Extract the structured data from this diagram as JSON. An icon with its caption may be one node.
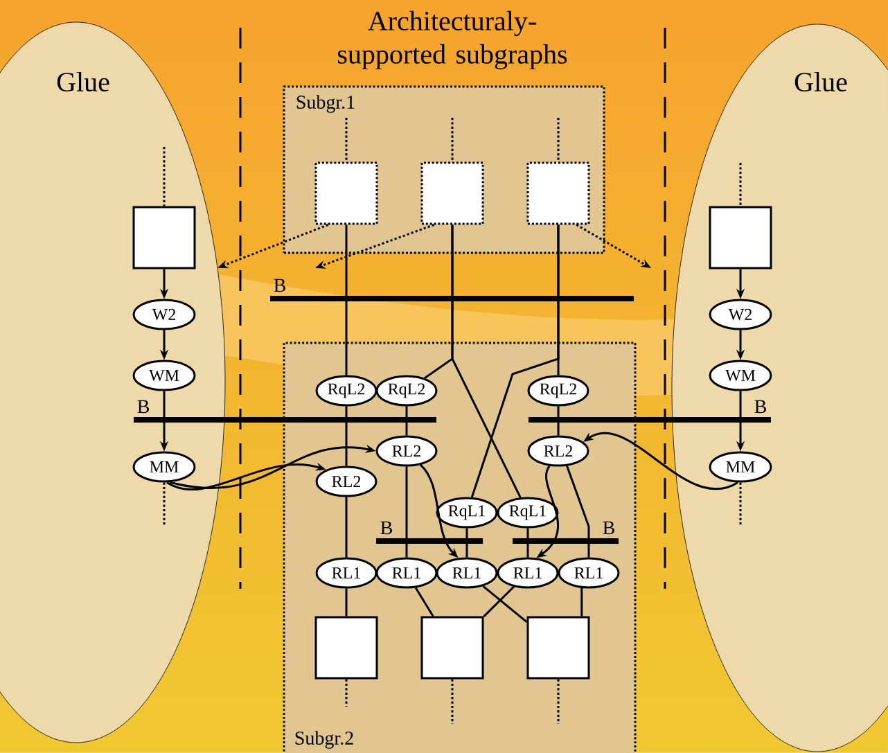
{
  "diagram": {
    "title": "Architecturaly-supported subgraphs",
    "nodes": [
      {
        "text": [
          "Glue"
        ]
      },
      {
        "text": [
          "Glue"
        ]
      },
      {
        "text": [
          "Subgr.1"
        ]
      },
      {
        "text": [
          "Subgr.2"
        ]
      },
      {
        "text": [],
        "shape": "box",
        "in": 2
      },
      {
        "text": [],
        "shape": "box",
        "in": 2
      },
      {
        "text": [],
        "shape": "box",
        "in": 2
      },
      {
        "text": [],
        "shape": "box",
        "in": 0
      },
      {
        "text": [
          "W2"
        ],
        "in": 0
      },
      {
        "text": [
          "WM"
        ],
        "in": 0
      },
      {
        "text": [
          "MM"
        ],
        "in": 0
      },
      {
        "text": [],
        "shape": "box",
        "in": 1
      },
      {
        "text": [
          "W2"
        ],
        "in": 1
      },
      {
        "text": [
          "WM"
        ],
        "in": 1
      },
      {
        "text": [
          "MM"
        ],
        "in": 1
      },
      {
        "text": [
          "RqL2"
        ],
        "in": 3
      },
      {
        "text": [
          "RqL2"
        ],
        "in": 3
      },
      {
        "text": [
          "RqL2"
        ],
        "in": 3
      },
      {
        "text": [
          "RL2"
        ],
        "in": 3
      },
      {
        "text": [
          "RL2"
        ],
        "in": 3
      },
      {
        "text": [
          "RL2"
        ],
        "in": 3
      },
      {
        "text": [
          "RqL1"
        ],
        "in": 3
      },
      {
        "text": [
          "RqL1"
        ],
        "in": 3
      },
      {
        "text": [
          "RL1"
        ],
        "in": 3
      },
      {
        "text": [
          "RL1"
        ],
        "in": 3
      },
      {
        "text": [
          "RL1"
        ],
        "in": 3
      },
      {
        "text": [
          "RL1"
        ],
        "in": 3
      },
      {
        "text": [
          "RL1"
        ],
        "in": 3
      },
      {
        "text": [],
        "shape": "box",
        "in": 3
      },
      {
        "text": [],
        "shape": "box",
        "in": 3
      },
      {
        "text": [],
        "shape": "box",
        "in": 3
      }
    ],
    "edges": [
      {
        "from": 7,
        "to": 8,
        "arrow": "to"
      },
      {
        "from": 8,
        "to": 9,
        "arrow": "to"
      },
      {
        "from": 9,
        "to": 10,
        "arrow": "to"
      },
      {
        "from": 11,
        "to": 12,
        "arrow": "to"
      },
      {
        "from": 12,
        "to": 13,
        "arrow": "to"
      },
      {
        "from": 13,
        "to": 14,
        "arrow": "to"
      },
      {
        "from": 4,
        "to": 15,
        "arrow": "none"
      },
      {
        "from": 5,
        "to": 16,
        "arrow": "none"
      },
      {
        "from": 5,
        "to": 22,
        "arrow": "none"
      },
      {
        "from": 6,
        "to": 17,
        "arrow": "none"
      },
      {
        "from": 6,
        "to": 21,
        "arrow": "none"
      },
      {
        "from": 15,
        "to": 19,
        "arrow": "none"
      },
      {
        "from": 16,
        "to": 18,
        "arrow": "none"
      },
      {
        "from": 17,
        "to": 20,
        "arrow": "none"
      },
      {
        "from": 19,
        "to": 23,
        "arrow": "none"
      },
      {
        "from": 18,
        "to": 24,
        "arrow": "none"
      },
      {
        "from": 21,
        "to": 25,
        "arrow": "none"
      },
      {
        "from": 22,
        "to": 26,
        "arrow": "none"
      },
      {
        "from": 20,
        "to": 27,
        "arrow": "none"
      },
      {
        "from": 10,
        "to": 19,
        "arrow": "to"
      },
      {
        "from": 10,
        "to": 18,
        "arrow": "to"
      },
      {
        "from": 14,
        "to": 20,
        "arrow": "to"
      },
      {
        "from": 18,
        "to": 25,
        "arrow": "to"
      },
      {
        "from": 20,
        "to": 26,
        "arrow": "to"
      },
      {
        "from": 23,
        "to": 28,
        "arrow": "none"
      },
      {
        "from": 24,
        "to": 29,
        "arrow": "none"
      },
      {
        "from": 25,
        "to": 30,
        "arrow": "none"
      },
      {
        "from": 26,
        "to": 29,
        "arrow": "none"
      },
      {
        "from": 27,
        "to": 30,
        "arrow": "none"
      },
      {
        "from": 4,
        "to": 0,
        "arrow": "to",
        "style": "dashed"
      },
      {
        "from": 5,
        "to": null,
        "arrow": "to",
        "style": "dashed"
      },
      {
        "from": 6,
        "to": null,
        "arrow": "to",
        "style": "dashed"
      },
      {
        "from": null,
        "to": 4,
        "arrow": "none",
        "style": "dashed"
      },
      {
        "from": null,
        "to": 5,
        "arrow": "none",
        "style": "dashed"
      },
      {
        "from": null,
        "to": 6,
        "arrow": "none",
        "style": "dashed"
      },
      {
        "from": null,
        "to": 7,
        "arrow": "none",
        "style": "dashed"
      },
      {
        "from": null,
        "to": 11,
        "arrow": "none",
        "style": "dashed"
      },
      {
        "from": 10,
        "to": null,
        "arrow": "none",
        "style": "dashed"
      },
      {
        "from": 14,
        "to": null,
        "arrow": "none",
        "style": "dashed"
      },
      {
        "from": 28,
        "to": null,
        "arrow": "none",
        "style": "dashed"
      },
      {
        "from": 29,
        "to": null,
        "arrow": "none",
        "style": "dashed"
      },
      {
        "from": 30,
        "to": null,
        "arrow": "none",
        "style": "dashed"
      }
    ],
    "labels": [
      "B",
      "B",
      "B",
      "B",
      "B"
    ]
  }
}
